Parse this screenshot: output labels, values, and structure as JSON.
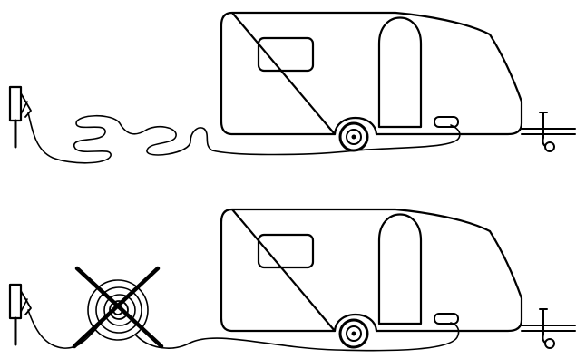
{
  "diagram": {
    "panels": [
      {
        "name": "correct",
        "cable": "fully-unwound",
        "crossed_out": false
      },
      {
        "name": "incorrect",
        "cable": "coiled-on-reel",
        "crossed_out": true
      }
    ],
    "colors": {
      "line": "#000000",
      "background": "#ffffff"
    },
    "icons": [
      "hookup-post-icon",
      "caravan-icon",
      "cable-reel-icon",
      "cross-icon"
    ]
  }
}
